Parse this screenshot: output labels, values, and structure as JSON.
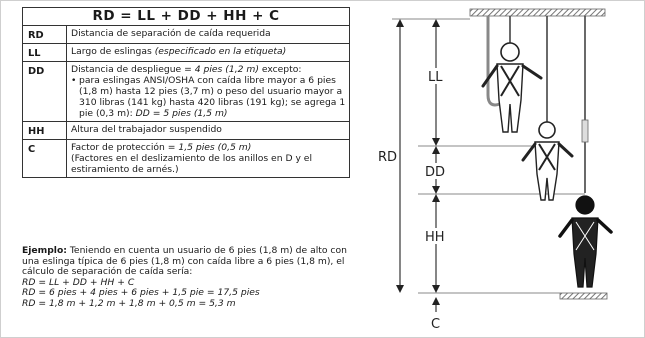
{
  "table": {
    "title": "RD = LL + DD + HH + C",
    "rows": [
      {
        "abbr": "RD",
        "text": "Distancia de separación de caída requerida"
      },
      {
        "abbr": "LL",
        "text": "Largo de eslingas ",
        "text_it": "(especificado en la etiqueta)"
      },
      {
        "abbr": "DD",
        "text": "Distancia de despliegue = ",
        "text_it": "4 pies (1,2  m)",
        "text_after": " excepto:",
        "bullet": "para eslingas ANSI/OSHA con caída libre mayor a 6 pies (1,8 m) hasta 12 pies (3,7 m) o peso del usuario mayor a 310 libras (141 kg) hasta 420 libras (191 kg); se agrega 1 pie (0,3 m): ",
        "bullet_it": "DD = 5 pies (1,5 m)"
      },
      {
        "abbr": "HH",
        "text": "Altura del trabajador suspendido"
      },
      {
        "abbr": "C",
        "text": "Factor de protección ",
        "text_it": " = 1,5 pies (0,5 m)",
        "text2": "(Factores en el deslizamiento de los anillos en D y el estiramiento de arnés.)"
      }
    ]
  },
  "example": {
    "label": "Ejemplo:",
    "text": " Teniendo en cuenta un usuario de 6 pies (1,8 m) de alto con una eslinga típica de 6 pies (1,8 m) con caída libre a 6 pies (1,8 m), el cálculo de separación de caída sería:",
    "eq1": "RD = LL + DD + HH + C",
    "eq2": "RD = 6 pies + 4 pies + 6 pies + 1,5 pie = 17,5 pies",
    "eq3": "RD = 1,8 m + 1,2 m + 1,8 m + 0,5 m = 5,3 m"
  },
  "diagram": {
    "labels": {
      "rd": "RD",
      "ll": "LL",
      "dd": "DD",
      "hh": "HH",
      "c": "C"
    }
  }
}
